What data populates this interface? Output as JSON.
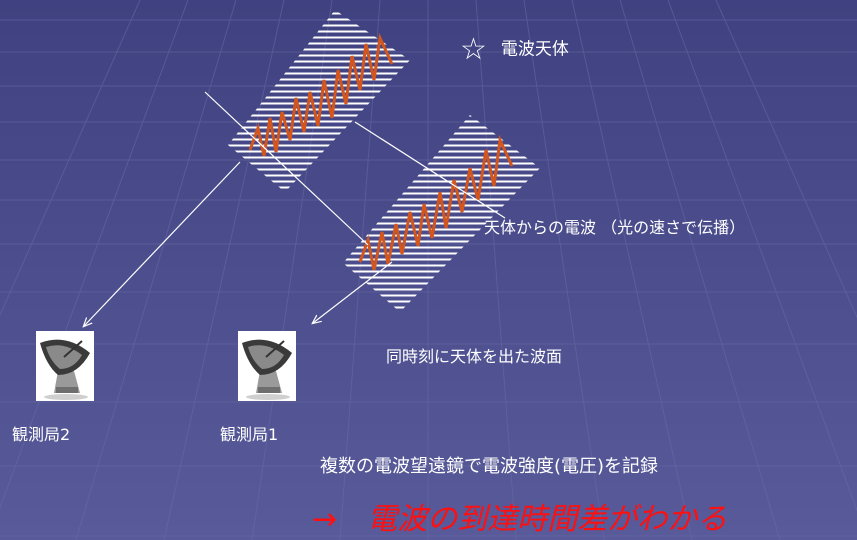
{
  "labels": {
    "source_star": "☆",
    "source": "電波天体",
    "wave": "天体からの電波 （光の速さで伝播）",
    "wavefront": "同時刻に天体を出た波面",
    "station2": "観測局2",
    "station1": "観測局1",
    "record": "複数の電波望遠鏡で電波強度(電圧)を記録",
    "conclusion": "→　電波の到達時間差がわかる"
  },
  "colors": {
    "background": "#4a4c88",
    "grid": "#6a6ca6",
    "signal": "#d2561e",
    "conclusion": "#ff1010",
    "arrow": "#ffffff"
  },
  "icons": {
    "station1": "radio-telescope-icon",
    "station2": "radio-telescope-icon"
  }
}
